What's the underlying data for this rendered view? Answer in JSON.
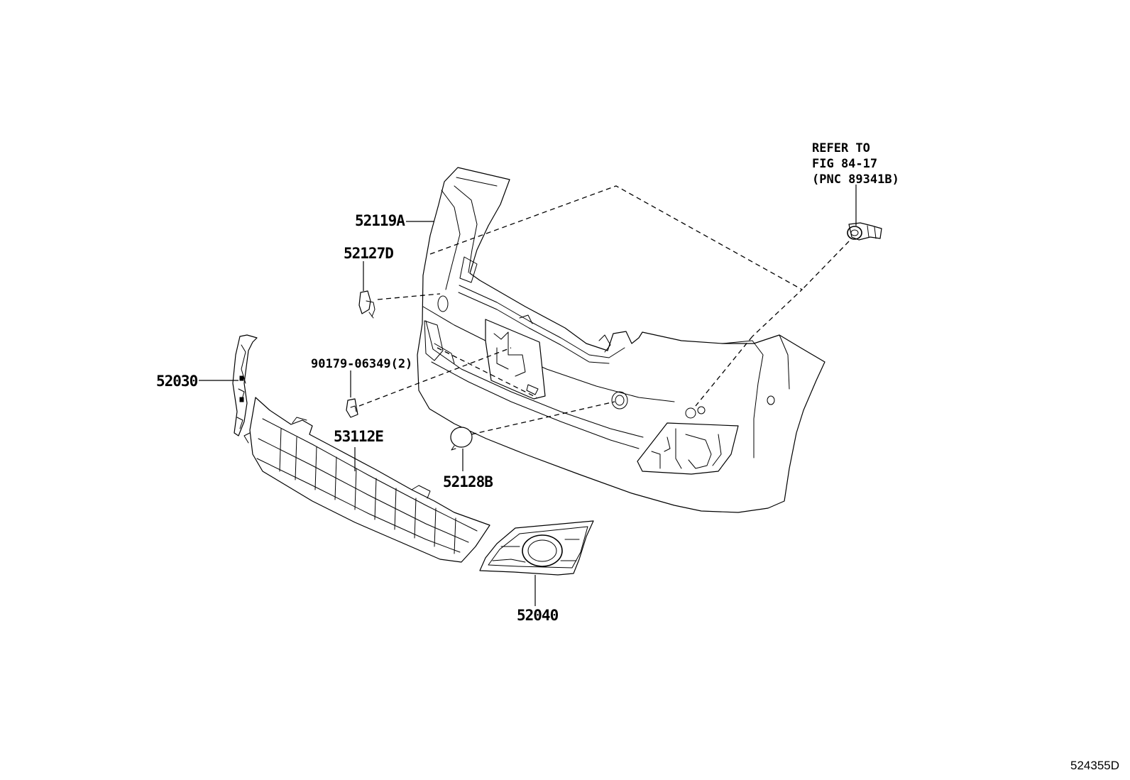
{
  "diagram_id": "524355D",
  "note": {
    "line1": "REFER TO",
    "line2": "FIG 84-17",
    "line3": "(PNC 89341B)"
  },
  "labels": {
    "bumper_cover": "52119A",
    "side_bracket": "52127D",
    "grille_seal": "52030",
    "retainer_nut": "90179-06349(2)",
    "lower_grille": "53112E",
    "tow_hook_cap": "52128B",
    "fog_lamp_bezel": "52040"
  }
}
